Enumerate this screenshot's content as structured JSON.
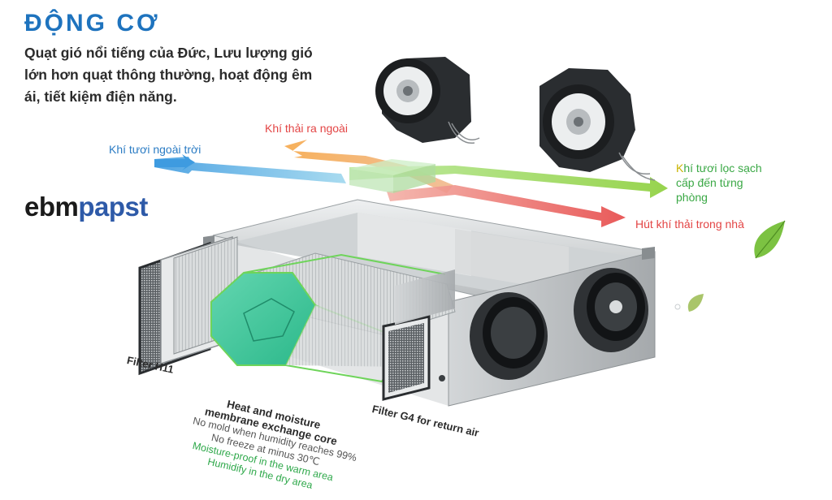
{
  "header": {
    "title": "ĐỘNG CƠ",
    "description_lines": [
      "Quạt gió nổi tiếng của Đức, Lưu lượng gió",
      "lớn hơn quạt thông thường, hoạt động êm",
      "ái, tiết kiệm điện năng."
    ]
  },
  "brand": {
    "part1": "ebm",
    "part2": "papst"
  },
  "airflow": {
    "fresh_outdoor": "Khí tươi ngoài trời",
    "exhaust_out": "Khí thải ra ngoài",
    "fresh_supply_k": "K",
    "fresh_supply_line1": "hí tươi  lọc sạch",
    "fresh_supply_line2": "cấp đến  từng",
    "fresh_supply_line3": "phòng",
    "return_exhaust": "Hút khí thải trong nhà"
  },
  "components": {
    "filter_h11": "Filter H11",
    "filter_g4": "Filter G4 for return air",
    "core_title_1": "Heat and moisture",
    "core_title_2": "membrane exchange core",
    "core_note_1": "No mold when humidity reaches 99%",
    "core_note_2": "No freeze at minus 30℃",
    "core_note_3": "Moisture-proof in the warm area",
    "core_note_4": "Humidify in the dry area"
  },
  "colors": {
    "title_blue": "#1e73be",
    "fresh_blue": "#4aa8e0",
    "exhaust_orange": "#f08a3c",
    "supply_green": "#8cd04a",
    "return_red": "#e85050",
    "core_green": "#3cc79a"
  },
  "icons": [
    "fan-icon",
    "leaf-icon",
    "arrow-icon"
  ]
}
